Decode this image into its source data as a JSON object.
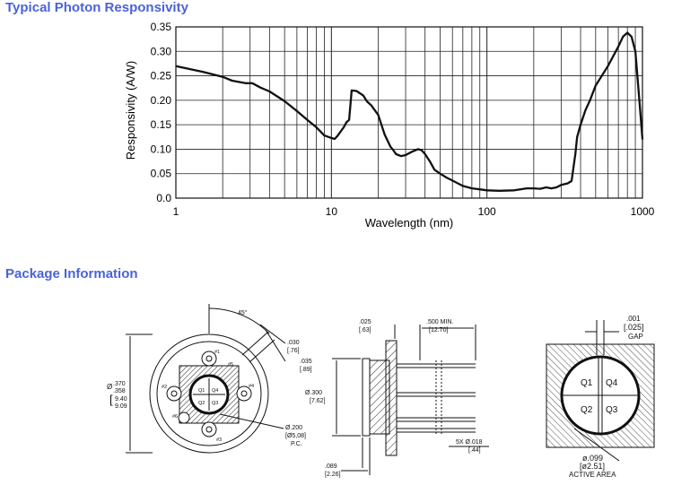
{
  "headings": {
    "responsivity": "Typical Photon Responsivity",
    "package": "Package Information"
  },
  "colors": {
    "heading": "#4a63d8",
    "curve": "#111111",
    "grid": "#222222"
  },
  "chart_data": {
    "type": "line",
    "title": "Typical Photon Responsivity",
    "xlabel": "Wavelength (nm)",
    "ylabel": "Responsivity (A/W)",
    "xscale": "log",
    "xlim": [
      1,
      1000
    ],
    "ylim": [
      0,
      0.35
    ],
    "x_ticks": [
      "1",
      "10",
      "100",
      "1000"
    ],
    "y_ticks": [
      "0.0",
      "0.05",
      "0.10",
      "0.15",
      "0.20",
      "0.25",
      "0.30",
      "0.35"
    ],
    "grid": true,
    "series": [
      {
        "x": [
          1,
          1.5,
          2,
          2.3,
          2.8,
          3.1,
          3.5,
          4,
          5,
          6,
          7,
          8,
          9,
          10,
          10.5,
          11,
          12,
          12.5,
          13,
          13.5,
          14.5,
          16,
          17,
          18,
          20,
          22,
          24,
          25,
          26,
          27,
          28,
          30,
          33,
          36,
          38,
          40,
          43,
          46,
          50,
          55,
          60,
          70,
          80,
          90,
          100,
          120,
          150,
          180,
          200,
          220,
          240,
          260,
          280,
          300,
          330,
          350,
          370,
          380,
          400,
          430,
          460,
          500,
          600,
          700,
          750,
          800,
          850,
          900,
          950,
          1000
        ],
        "y": [
          0.27,
          0.258,
          0.248,
          0.24,
          0.235,
          0.235,
          0.226,
          0.218,
          0.198,
          0.178,
          0.16,
          0.145,
          0.128,
          0.123,
          0.121,
          0.128,
          0.145,
          0.155,
          0.16,
          0.22,
          0.219,
          0.21,
          0.197,
          0.19,
          0.17,
          0.13,
          0.105,
          0.098,
          0.09,
          0.088,
          0.086,
          0.088,
          0.095,
          0.1,
          0.098,
          0.09,
          0.075,
          0.058,
          0.05,
          0.042,
          0.036,
          0.025,
          0.02,
          0.018,
          0.016,
          0.015,
          0.016,
          0.02,
          0.02,
          0.019,
          0.022,
          0.02,
          0.022,
          0.027,
          0.03,
          0.035,
          0.09,
          0.125,
          0.15,
          0.18,
          0.2,
          0.23,
          0.27,
          0.31,
          0.33,
          0.338,
          0.33,
          0.3,
          0.21,
          0.12
        ]
      }
    ]
  },
  "drawing": {
    "front": {
      "angle": "45°",
      "dim_a_in": ".030",
      "dim_a_mm": "[.76]",
      "dim_b_in": ".035",
      "dim_b_mm": "[.89]",
      "diam_sym": "Ø",
      "diam_in_top": ".370",
      "diam_in_bot": ".358",
      "diam_mm_top": "9.40",
      "diam_mm_bot": "9.09",
      "pc_in": "Ø.200",
      "pc_mm": "[Ø5,08]",
      "pc_label": "P.C.",
      "pins": [
        "#1",
        "#2",
        "#3",
        "#4",
        "#5",
        "#6"
      ],
      "quadrants": [
        "Q1",
        "Q4",
        "Q2",
        "Q3"
      ]
    },
    "side": {
      "dim_a_in": ".025",
      "dim_a_mm": "[.63]",
      "len_in": ".500 MIN.",
      "len_mm": "[12.70]",
      "dia_in": "Ø.300",
      "dia_mm": "[7.62]",
      "pin_in": "5X Ø.018",
      "pin_mm": "[.44]",
      "base_in": ".089",
      "base_mm": "[2.26]"
    },
    "detail": {
      "gap_in": ".001",
      "gap_mm": "[.025]",
      "gap_label": "GAP",
      "quadrants": [
        "Q1",
        "Q4",
        "Q2",
        "Q3"
      ],
      "area_in": "ø.099",
      "area_mm": "[ø2.51]",
      "area_label": "ACTIVE  AREA"
    }
  }
}
